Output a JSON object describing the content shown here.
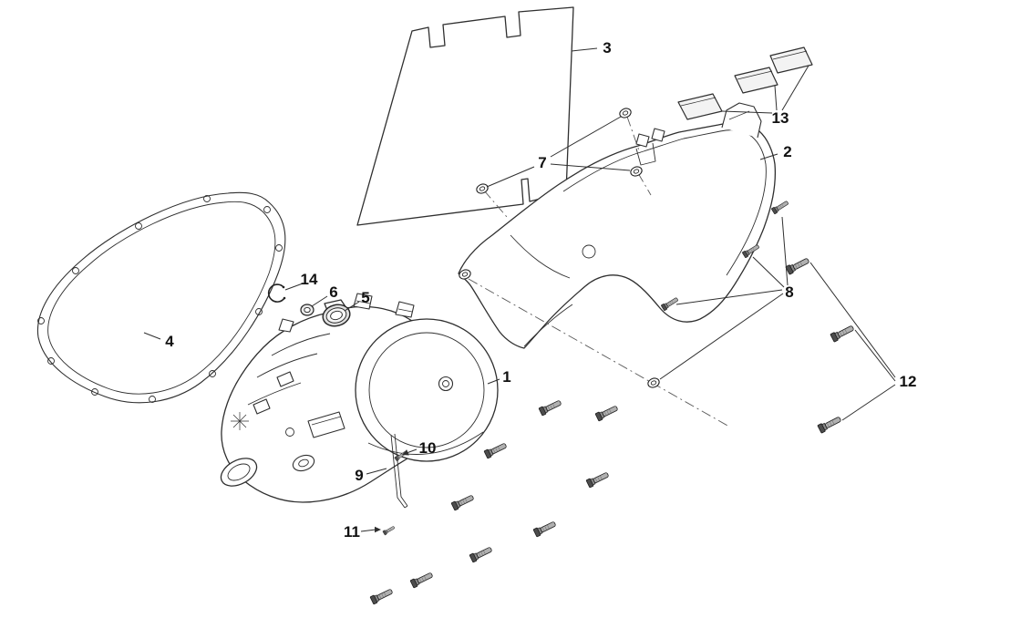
{
  "diagram": {
    "colors": {
      "background": "#ffffff",
      "line": "#2f2f2f",
      "label": "#111111",
      "metal": "#b0b0b0",
      "metal_dark": "#4d4d4d",
      "texture": "#3a3a3a"
    },
    "labels": {
      "1": "1",
      "2": "2",
      "3": "3",
      "4": "4",
      "5": "5",
      "6": "6",
      "7": "7",
      "8": "8",
      "9": "9",
      "10": "10",
      "11": "11",
      "12": "12",
      "13": "13",
      "14": "14"
    }
  }
}
